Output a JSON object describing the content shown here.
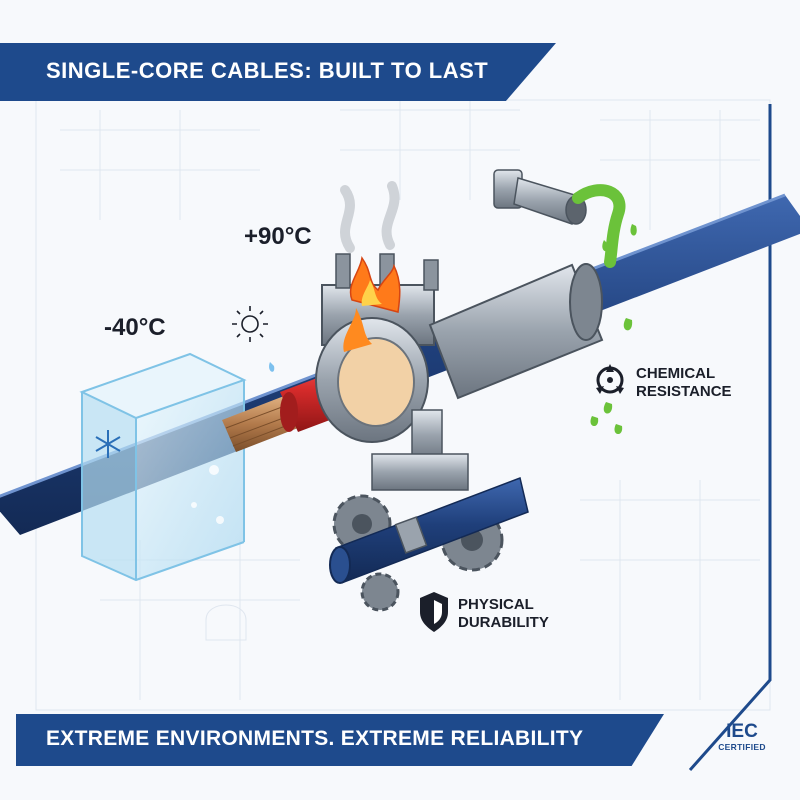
{
  "header": {
    "title": "SINGLE-CORE CABLES: BUILT TO LAST"
  },
  "temperatures": {
    "cold": "-40°C",
    "hot": "+90°C"
  },
  "features": {
    "chemical": {
      "line1": "CHEMICAL",
      "line2": "RESISTANCE",
      "icon": "biohazard-icon"
    },
    "physical": {
      "line1": "PHYSICAL",
      "line2": "DURABILITY",
      "icon": "shield-icon"
    }
  },
  "footer": {
    "tagline": "EXTREME ENVIRONMENTS. EXTREME RELIABILITY"
  },
  "certification": {
    "mark": "IEC",
    "sub": "CERTIFIED"
  },
  "colors": {
    "brand_blue": "#1e4a8c",
    "cable_blue": "#1f3f7a",
    "insulation_red": "#d62b2b",
    "copper": "#b27a4b",
    "chemical_green": "#6bc23a",
    "ice": "#bfe3f5",
    "steel": "#9aa3ad"
  }
}
